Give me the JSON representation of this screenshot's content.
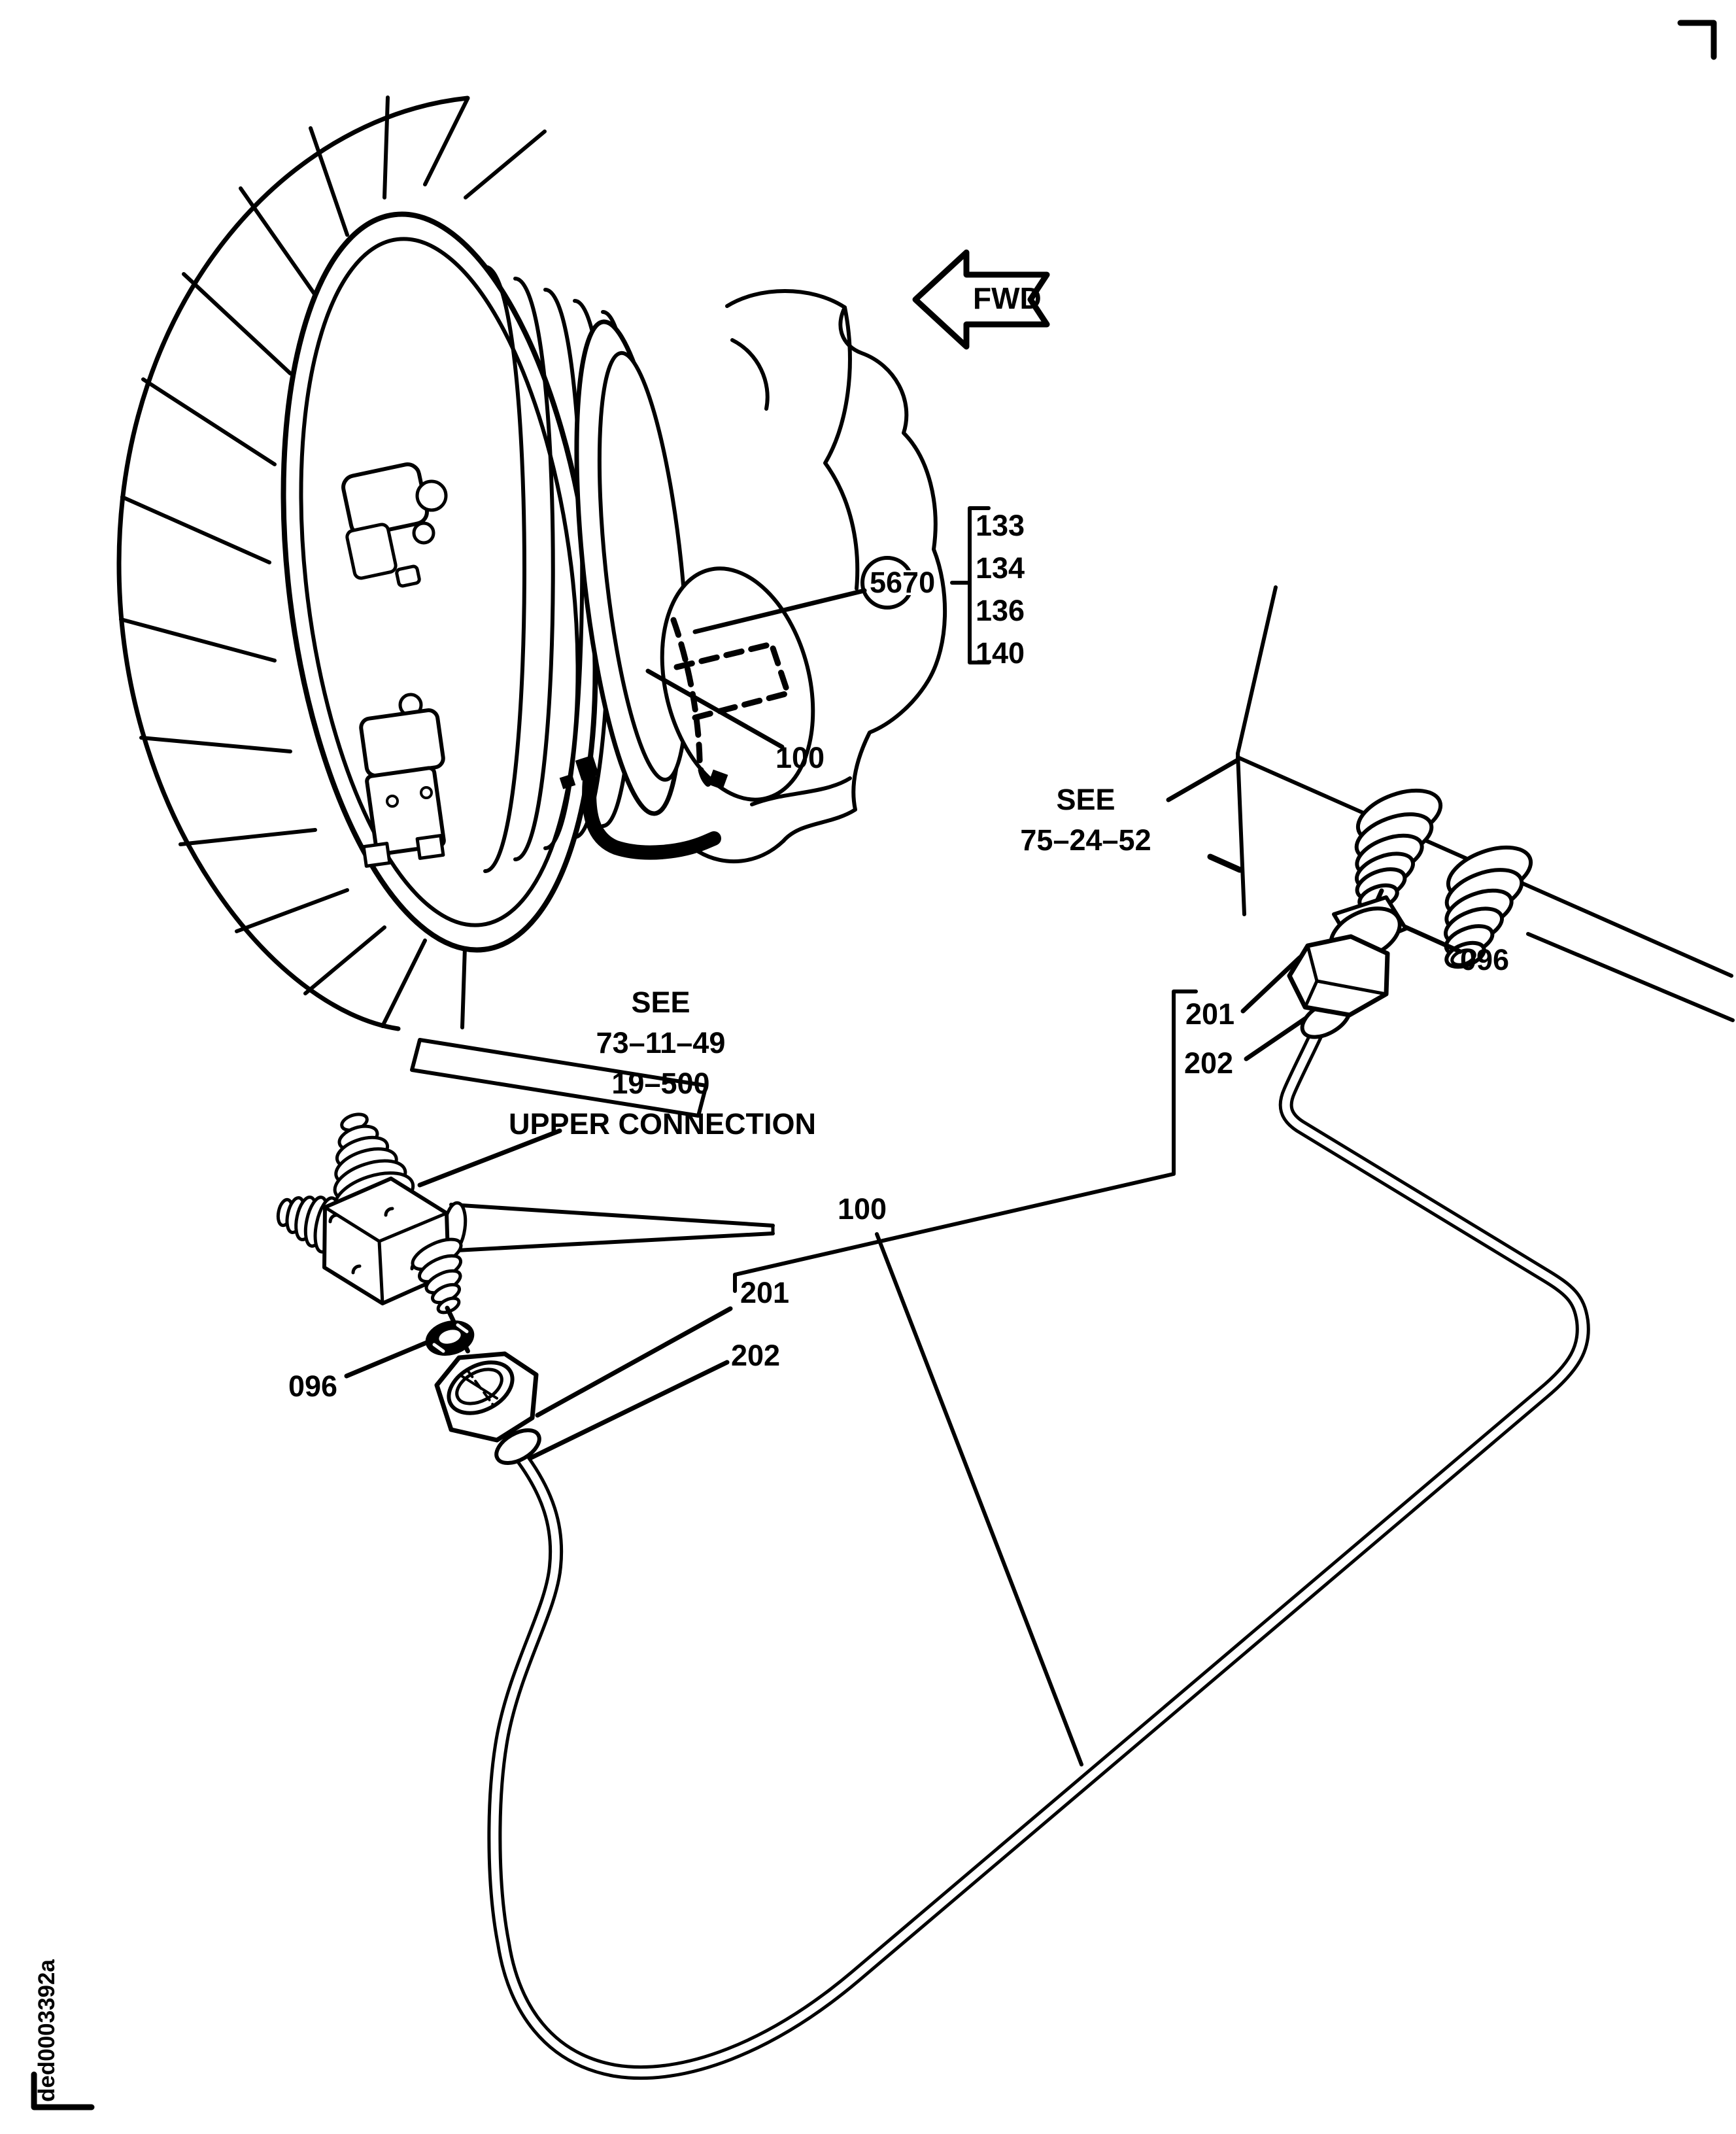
{
  "figure": {
    "background_color": "#ffffff",
    "line_color": "#000000",
    "direction_arrow": {
      "label": "FWD"
    },
    "engine_group_callout": {
      "code": "5670",
      "grouped_items": [
        "133",
        "134",
        "136",
        "140"
      ]
    },
    "engine_tube_callout": "100",
    "see_reference_panel": {
      "line1": "SEE",
      "line2": "75–24–52"
    },
    "see_reference_upper_connection": {
      "line1": "SEE",
      "line2": "73–11–49",
      "line3": "19–500",
      "line4": "UPPER CONNECTION"
    },
    "right_fitting": {
      "washer_callout": "096",
      "grouped_callouts": [
        "201",
        "202"
      ]
    },
    "tube_assembly": {
      "tube_callout": "100",
      "nut_callout": "201",
      "sleeve_callout": "202"
    },
    "left_fitting": {
      "washer_callout": "096"
    },
    "drawing_id": "ded0003392a"
  }
}
